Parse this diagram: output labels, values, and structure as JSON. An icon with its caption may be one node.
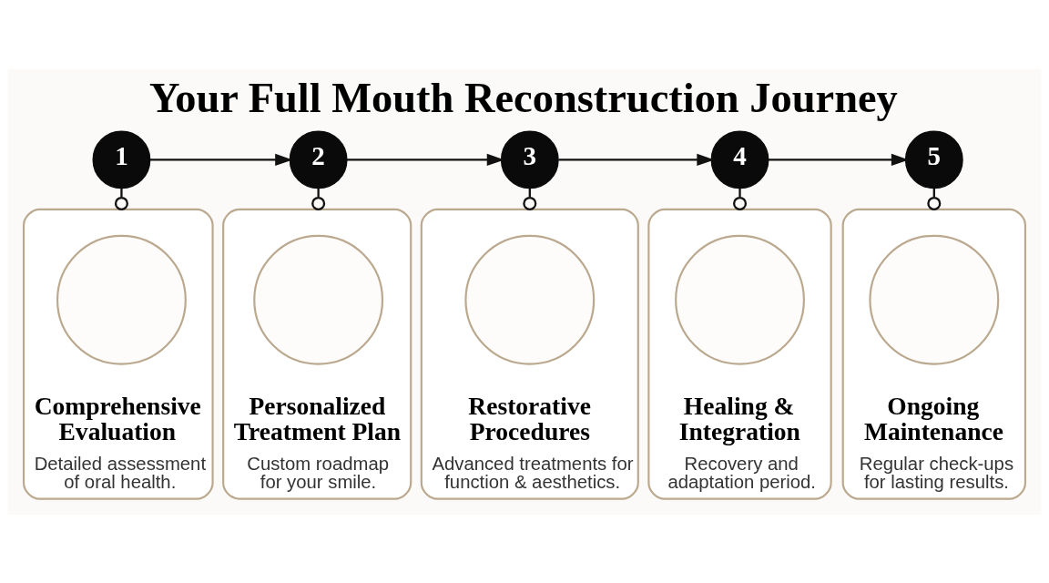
{
  "diagram": {
    "title": "Your Full Mouth Reconstruction Journey",
    "nodes": [
      {
        "text": [
          "1"
        ]
      },
      {
        "text": [
          "2"
        ]
      },
      {
        "text": [
          "3"
        ]
      },
      {
        "text": [
          "4"
        ]
      },
      {
        "text": [
          "5"
        ]
      },
      {
        "text": [
          "Comprehensive Evaluation",
          "Detailed assessment of oral health."
        ]
      },
      {
        "text": [],
        "shape": "circle",
        "in": 5
      },
      {
        "text": [
          "Personalized Treatment Plan",
          "Custom roadmap for your smile."
        ]
      },
      {
        "text": [],
        "shape": "circle",
        "in": 7
      },
      {
        "text": [
          "Restorative Procedures",
          "Advanced treatments for function & aesthetics."
        ]
      },
      {
        "text": [],
        "shape": "circle",
        "in": 9
      },
      {
        "text": [
          "Healing & Integration",
          "Recovery and adaptation period."
        ]
      },
      {
        "text": [],
        "shape": "circle",
        "in": 11
      },
      {
        "text": [
          "Ongoing Maintenance",
          "Regular check-ups for lasting results."
        ]
      },
      {
        "text": [],
        "shape": "circle",
        "in": 13
      }
    ],
    "edges": [
      {
        "from": 0,
        "to": 1,
        "arrow": "to"
      },
      {
        "from": 1,
        "to": 2,
        "arrow": "to"
      },
      {
        "from": 2,
        "to": 3,
        "arrow": "to"
      },
      {
        "from": 3,
        "to": 4,
        "arrow": "to"
      },
      {
        "from": 0,
        "to": 5,
        "arrow": "other"
      },
      {
        "from": 1,
        "to": 7,
        "arrow": "other"
      },
      {
        "from": 2,
        "to": 9,
        "arrow": "other"
      },
      {
        "from": 3,
        "to": 11,
        "arrow": "other"
      },
      {
        "from": 4,
        "to": 13,
        "arrow": "other"
      }
    ]
  }
}
